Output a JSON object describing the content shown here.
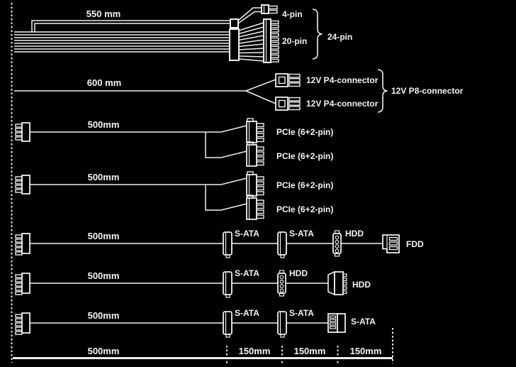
{
  "colors": {
    "background": "#000000",
    "line": "#efefef",
    "text": "#f4f4f4"
  },
  "cables": {
    "atx": {
      "length": "550 mm",
      "pin4": "4-pin",
      "pin20": "20-pin",
      "group": "24-pin"
    },
    "eps": {
      "length": "600 mm",
      "p4a": "12V P4-connector",
      "p4b": "12V P4-connector",
      "group": "12V P8-connector"
    },
    "pcie_a": {
      "length": "500mm",
      "conn1": "PCIe (6+2-pin)",
      "conn2": "PCIe (6+2-pin)"
    },
    "pcie_b": {
      "length": "500mm",
      "conn1": "PCIe (6+2-pin)",
      "conn2": "PCIe (6+2-pin)"
    },
    "peripheral_a": {
      "length": "500mm",
      "conn1": "S-ATA",
      "conn2": "S-ATA",
      "conn3": "HDD",
      "conn4": "FDD"
    },
    "peripheral_b": {
      "length": "500mm",
      "conn1": "S-ATA",
      "conn2": "HDD",
      "conn3": "HDD"
    },
    "peripheral_c": {
      "length": "500mm",
      "conn1": "S-ATA",
      "conn2": "S-ATA",
      "conn3": "S-ATA"
    }
  },
  "ruler": {
    "segments": [
      "500mm",
      "150mm",
      "150mm",
      "150mm"
    ]
  }
}
